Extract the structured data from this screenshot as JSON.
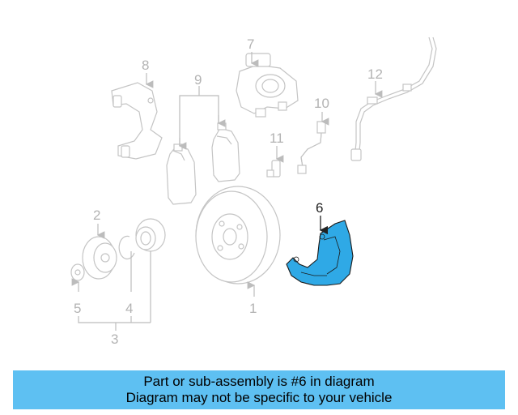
{
  "diagram": {
    "callouts": [
      "1",
      "2",
      "3",
      "4",
      "5",
      "6",
      "7",
      "8",
      "9",
      "10",
      "11",
      "12"
    ],
    "highlighted_part": "6",
    "highlight_color": "#2fa9e6",
    "line_color": "#c4c4c4"
  },
  "banner": {
    "line1": "Part or sub-assembly is #6 in diagram",
    "line2": "Diagram may not be specific to your vehicle",
    "background": "#5ec0f2"
  }
}
